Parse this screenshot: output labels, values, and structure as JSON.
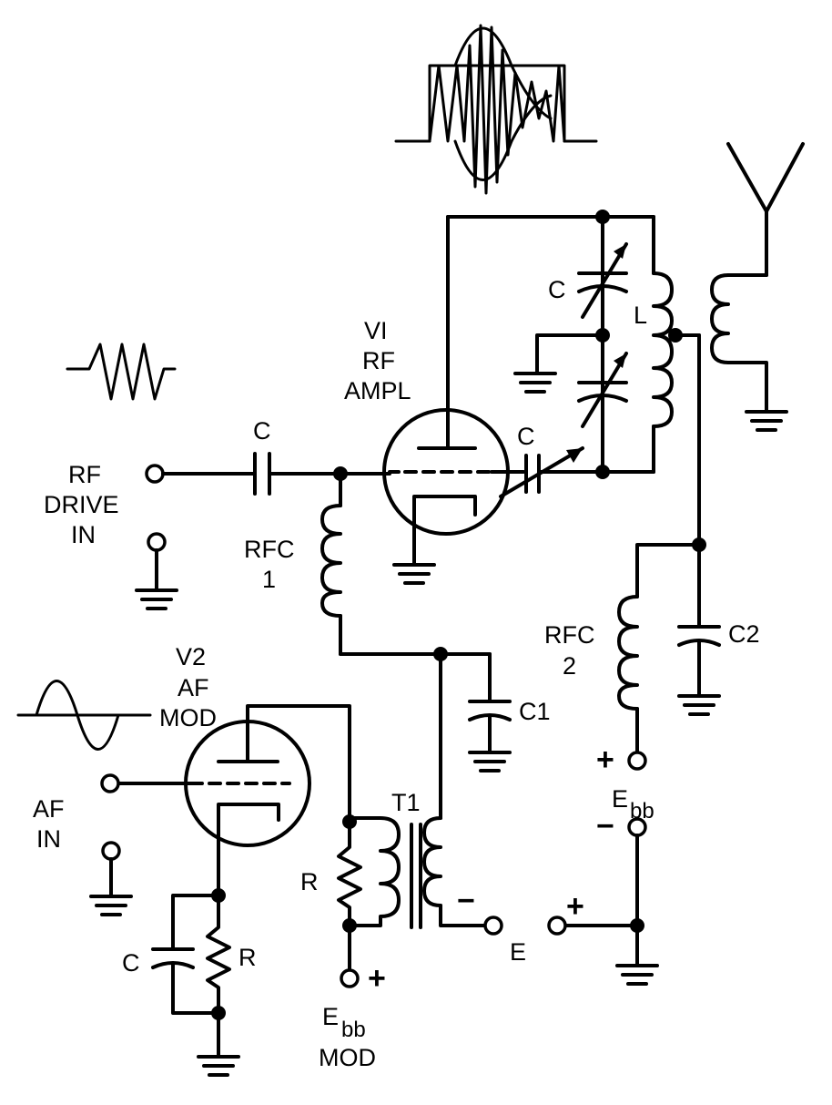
{
  "labels": {
    "v1": [
      "VI",
      "RF",
      "AMPL"
    ],
    "rf_drive": [
      "RF",
      "DRIVE",
      "IN"
    ],
    "c_input": "C",
    "c_tank_top": "C",
    "c_neut": "C",
    "l_tank": "L",
    "rfc1": [
      "RFC",
      "1"
    ],
    "rfc2": [
      "RFC",
      "2"
    ],
    "c2": "C2",
    "c1": "C1",
    "v2": [
      "V2",
      "AF",
      "MOD"
    ],
    "af_in": [
      "AF",
      "IN"
    ],
    "t1": "T1",
    "r_load": "R",
    "r_cathode": "R",
    "c_cathode": "C",
    "ebb_rf": [
      "E",
      "bb"
    ],
    "ebb_mod": [
      "E",
      "bb",
      "MOD"
    ],
    "e_bias": "E",
    "plus": "+",
    "minus": "−"
  }
}
